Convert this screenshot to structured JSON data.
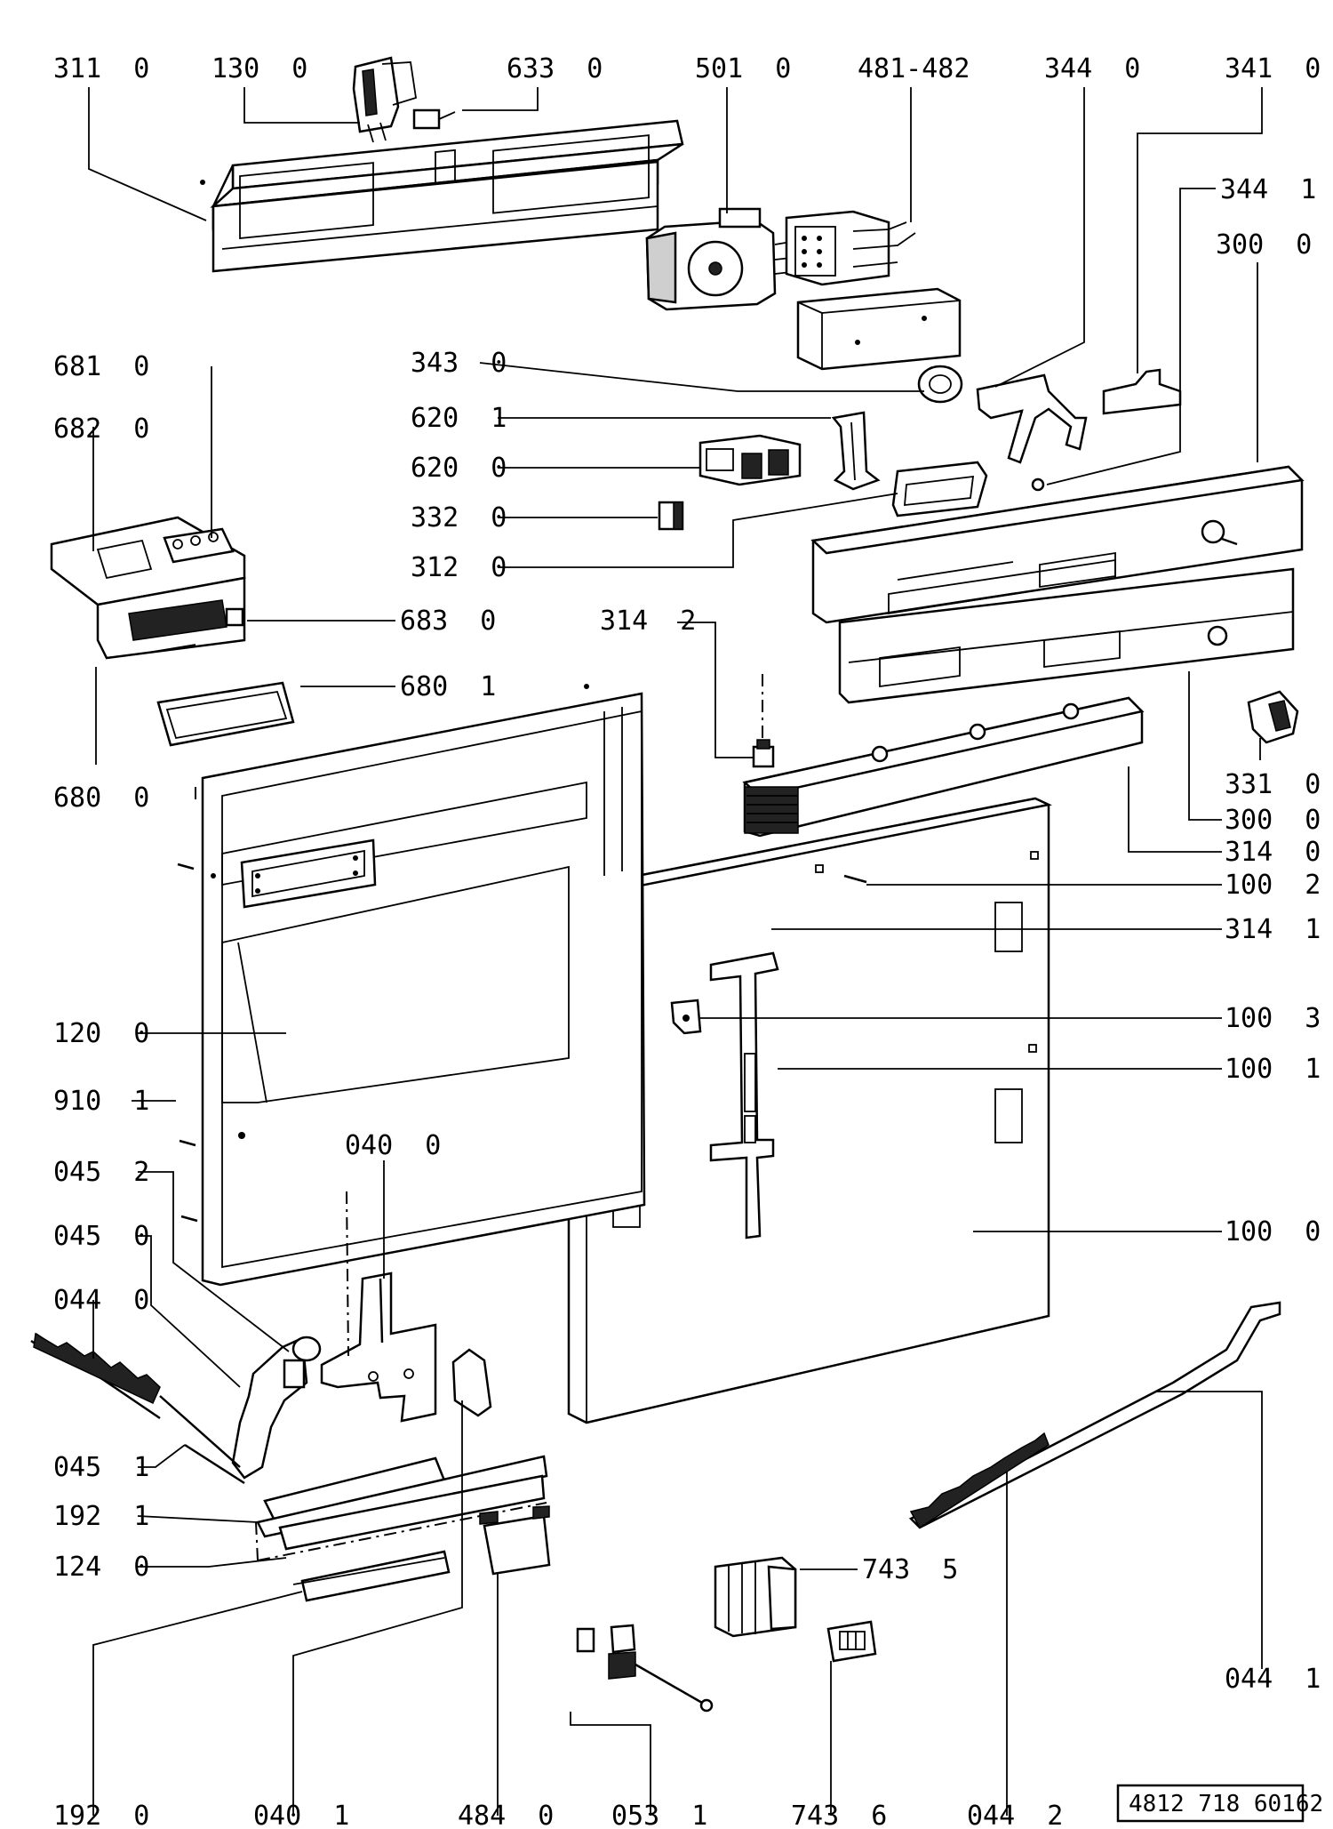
{
  "drawing_ref": "4812 718 60162",
  "callouts": [
    {
      "id": "311-0",
      "text": "311  0"
    },
    {
      "id": "130-0",
      "text": "130  0"
    },
    {
      "id": "633-0",
      "text": "633  0"
    },
    {
      "id": "501-0",
      "text": "501  0"
    },
    {
      "id": "481-482",
      "text": "481-482"
    },
    {
      "id": "344-0",
      "text": "344  0"
    },
    {
      "id": "341-0",
      "text": "341  0"
    },
    {
      "id": "344-1",
      "text": "344  1"
    },
    {
      "id": "300-0-top",
      "text": "300  0"
    },
    {
      "id": "681-0",
      "text": "681  0"
    },
    {
      "id": "682-0",
      "text": "682  0"
    },
    {
      "id": "343-0",
      "text": "343  0"
    },
    {
      "id": "620-1",
      "text": "620  1"
    },
    {
      "id": "620-0",
      "text": "620  0"
    },
    {
      "id": "332-0",
      "text": "332  0"
    },
    {
      "id": "312-0",
      "text": "312  0"
    },
    {
      "id": "683-0",
      "text": "683  0"
    },
    {
      "id": "314-2",
      "text": "314  2"
    },
    {
      "id": "680-1",
      "text": "680  1"
    },
    {
      "id": "680-0",
      "text": "680  0"
    },
    {
      "id": "331-0",
      "text": "331  0"
    },
    {
      "id": "300-0-mid",
      "text": "300  0"
    },
    {
      "id": "314-0",
      "text": "314  0"
    },
    {
      "id": "100-2",
      "text": "100  2"
    },
    {
      "id": "314-1",
      "text": "314  1"
    },
    {
      "id": "100-3",
      "text": "100  3"
    },
    {
      "id": "120-0",
      "text": "120  0"
    },
    {
      "id": "100-1",
      "text": "100  1"
    },
    {
      "id": "910-1",
      "text": "910  1"
    },
    {
      "id": "040-0",
      "text": "040  0"
    },
    {
      "id": "045-2",
      "text": "045  2"
    },
    {
      "id": "045-0",
      "text": "045  0"
    },
    {
      "id": "100-0",
      "text": "100  0"
    },
    {
      "id": "044-0",
      "text": "044  0"
    },
    {
      "id": "045-1",
      "text": "045  1"
    },
    {
      "id": "192-1",
      "text": "192  1"
    },
    {
      "id": "124-0",
      "text": "124  0"
    },
    {
      "id": "743-5",
      "text": "743  5"
    },
    {
      "id": "044-1",
      "text": "044  1"
    },
    {
      "id": "192-0",
      "text": "192  0"
    },
    {
      "id": "040-1",
      "text": "040  1"
    },
    {
      "id": "484-0",
      "text": "484  0"
    },
    {
      "id": "053-1",
      "text": "053  1"
    },
    {
      "id": "743-6",
      "text": "743  6"
    },
    {
      "id": "044-2",
      "text": "044  2"
    }
  ]
}
